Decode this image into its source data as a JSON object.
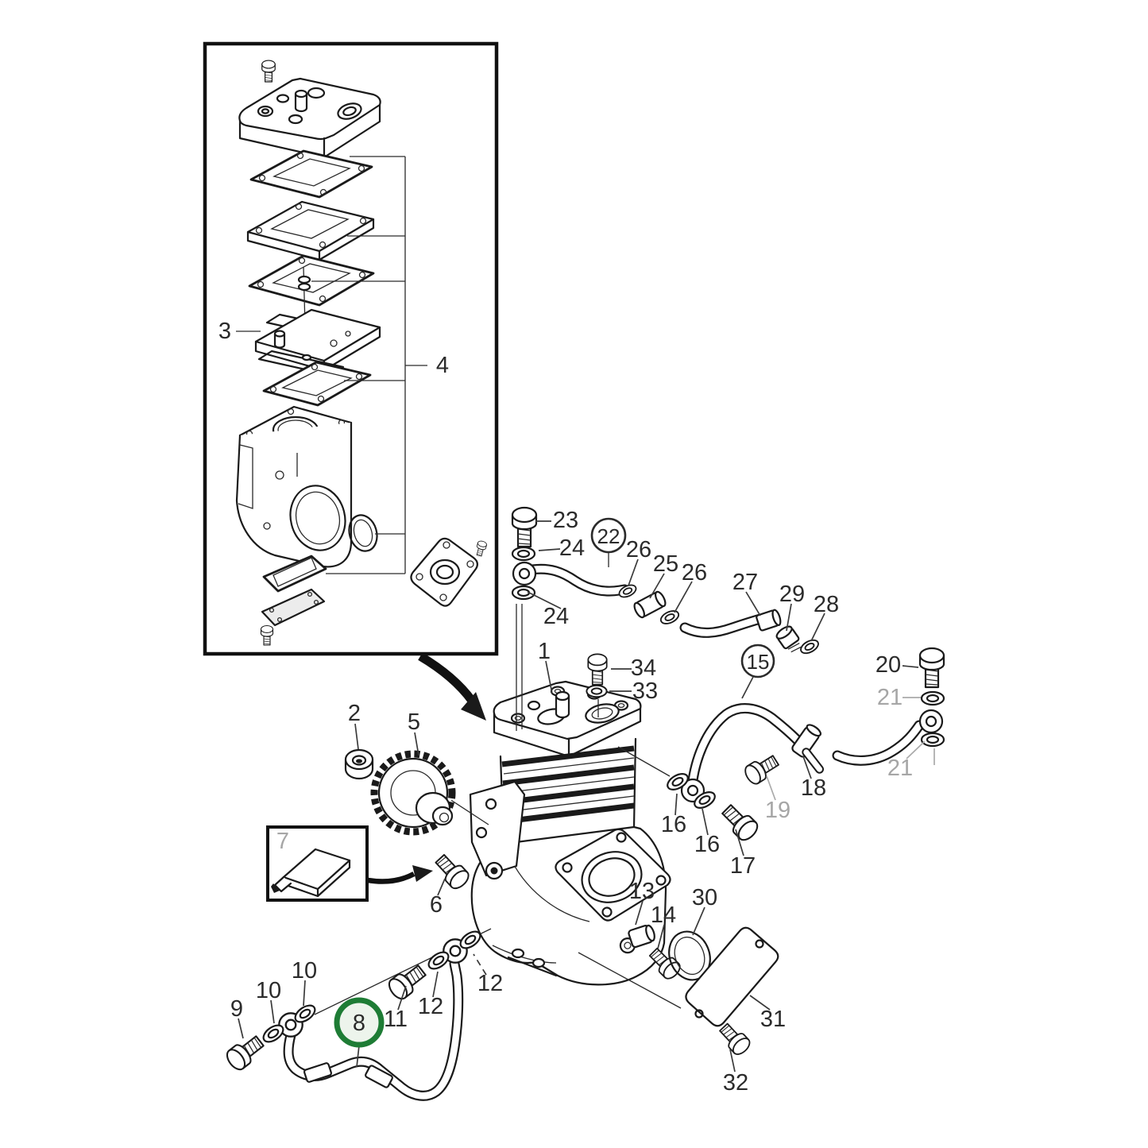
{
  "figure": {
    "type": "exploded-parts-diagram",
    "subject": "air compressor assembly with cylinder head kit inset",
    "background": "#ffffff"
  },
  "colors": {
    "line": "#1a1a1a",
    "label": "#2b2b2b",
    "label_secondary": "#a6a6a6",
    "highlight_ring": "#1e7c35",
    "highlight_fill": "#edf4ec"
  },
  "callouts": [
    {
      "id": "part-1",
      "label": "1",
      "style": "normal"
    },
    {
      "id": "part-2",
      "label": "2",
      "style": "normal"
    },
    {
      "id": "part-3",
      "label": "3",
      "style": "normal"
    },
    {
      "id": "part-4",
      "label": "4",
      "style": "normal"
    },
    {
      "id": "part-5",
      "label": "5",
      "style": "normal"
    },
    {
      "id": "part-6",
      "label": "6",
      "style": "normal"
    },
    {
      "id": "part-7",
      "label": "7",
      "style": "secondary"
    },
    {
      "id": "part-8",
      "label": "8",
      "style": "highlight-circled"
    },
    {
      "id": "part-9",
      "label": "9",
      "style": "normal"
    },
    {
      "id": "part-10-a",
      "label": "10",
      "style": "normal"
    },
    {
      "id": "part-10-b",
      "label": "10",
      "style": "normal"
    },
    {
      "id": "part-11",
      "label": "11",
      "style": "normal"
    },
    {
      "id": "part-12-a",
      "label": "12",
      "style": "normal"
    },
    {
      "id": "part-12-b",
      "label": "12",
      "style": "normal"
    },
    {
      "id": "part-13",
      "label": "13",
      "style": "normal"
    },
    {
      "id": "part-14",
      "label": "14",
      "style": "normal"
    },
    {
      "id": "part-15",
      "label": "15",
      "style": "circled"
    },
    {
      "id": "part-16-a",
      "label": "16",
      "style": "normal"
    },
    {
      "id": "part-16-b",
      "label": "16",
      "style": "normal"
    },
    {
      "id": "part-17",
      "label": "17",
      "style": "normal"
    },
    {
      "id": "part-18",
      "label": "18",
      "style": "normal"
    },
    {
      "id": "part-19",
      "label": "19",
      "style": "secondary"
    },
    {
      "id": "part-20",
      "label": "20",
      "style": "normal"
    },
    {
      "id": "part-21-a",
      "label": "21",
      "style": "secondary"
    },
    {
      "id": "part-21-b",
      "label": "21",
      "style": "secondary"
    },
    {
      "id": "part-22",
      "label": "22",
      "style": "circled"
    },
    {
      "id": "part-23",
      "label": "23",
      "style": "normal"
    },
    {
      "id": "part-24-a",
      "label": "24",
      "style": "normal"
    },
    {
      "id": "part-24-b",
      "label": "24",
      "style": "normal"
    },
    {
      "id": "part-25",
      "label": "25",
      "style": "normal"
    },
    {
      "id": "part-26-a",
      "label": "26",
      "style": "normal"
    },
    {
      "id": "part-26-b",
      "label": "26",
      "style": "normal"
    },
    {
      "id": "part-27",
      "label": "27",
      "style": "normal"
    },
    {
      "id": "part-28",
      "label": "28",
      "style": "normal"
    },
    {
      "id": "part-29",
      "label": "29",
      "style": "normal"
    },
    {
      "id": "part-30",
      "label": "30",
      "style": "normal"
    },
    {
      "id": "part-31",
      "label": "31",
      "style": "normal"
    },
    {
      "id": "part-32",
      "label": "32",
      "style": "normal"
    },
    {
      "id": "part-33",
      "label": "33",
      "style": "normal"
    },
    {
      "id": "part-34",
      "label": "34",
      "style": "normal"
    }
  ]
}
